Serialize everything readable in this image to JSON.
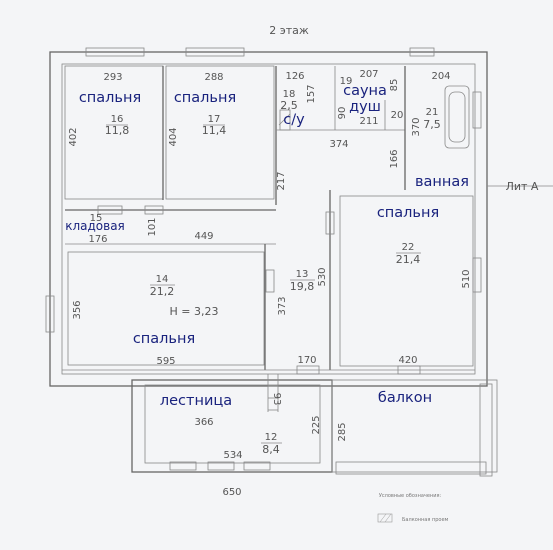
{
  "title": "2 этаж",
  "lit": "Лит А",
  "rooms": {
    "r16": {
      "label": "спальня",
      "num": "16",
      "area": "11,8"
    },
    "r17": {
      "label": "спальня",
      "num": "17",
      "area": "11,4"
    },
    "r18": {
      "label": "с/у",
      "num": "18",
      "area": "2,5"
    },
    "r19": {
      "label": "сауна",
      "num": "19",
      "area": ""
    },
    "r20": {
      "label": "душ",
      "num": "20",
      "area": ""
    },
    "r21": {
      "label": "ванная",
      "num": "21",
      "area": "7,5"
    },
    "r15": {
      "label": "кладовая",
      "num": "15",
      "area": ""
    },
    "r14": {
      "label": "спальня",
      "num": "14",
      "area": "21,2",
      "height": "H = 3,23"
    },
    "r13": {
      "num": "13",
      "area": "19,8"
    },
    "r22": {
      "label": "спальня",
      "num": "22",
      "area": "21,4"
    },
    "r12": {
      "label": "лестница",
      "num": "12",
      "area": "8,4"
    },
    "balcony": {
      "label": "балкон"
    }
  },
  "dims": {
    "d293": "293",
    "d288": "288",
    "d126": "126",
    "d207": "207",
    "d204": "204",
    "d402": "402",
    "d404": "404",
    "d157": "157",
    "d85": "85",
    "d90": "90",
    "d211": "211",
    "d370": "370",
    "d374": "374",
    "d217": "217",
    "d166": "166",
    "d101": "101",
    "d449": "449",
    "d176": "176",
    "d356": "356",
    "d373": "373",
    "d530": "530",
    "d510": "510",
    "d595": "595",
    "d170": "170",
    "d420": "420",
    "d93": "93",
    "d366": "366",
    "d225": "225",
    "d285": "285",
    "d534": "534",
    "d650": "650"
  },
  "legend": {
    "title": "Условные обозначения:",
    "item": "Балконная проем"
  }
}
